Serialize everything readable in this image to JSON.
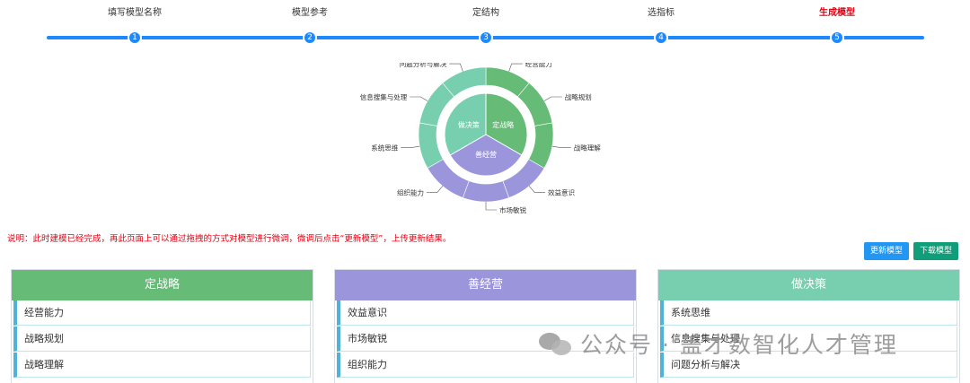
{
  "stepper": {
    "steps": [
      {
        "label": "填写模型名称",
        "number": "1"
      },
      {
        "label": "模型参考",
        "number": "2"
      },
      {
        "label": "定结构",
        "number": "3"
      },
      {
        "label": "选指标",
        "number": "4"
      },
      {
        "label": "生成模型",
        "number": "5"
      }
    ],
    "active_step": 5,
    "colors": {
      "line": "#1e88ff",
      "active_label": "#e60012"
    }
  },
  "chart_data": {
    "type": "pie",
    "inner_ring": [
      {
        "label": "定战略",
        "value": 1,
        "color": "#66bb77"
      },
      {
        "label": "善经营",
        "value": 1,
        "color": "#9b96dc"
      },
      {
        "label": "做决策",
        "value": 1,
        "color": "#78cfb0"
      }
    ],
    "outer_ring": [
      {
        "label": "经营能力",
        "value": 1,
        "group": "定战略"
      },
      {
        "label": "战略规划",
        "value": 1,
        "group": "定战略"
      },
      {
        "label": "战略理解",
        "value": 1,
        "group": "定战略"
      },
      {
        "label": "效益意识",
        "value": 1,
        "group": "善经营"
      },
      {
        "label": "市场敏锐",
        "value": 1,
        "group": "善经营"
      },
      {
        "label": "组织能力",
        "value": 1,
        "group": "善经营"
      },
      {
        "label": "系统思维",
        "value": 1,
        "group": "做决策"
      },
      {
        "label": "信息搜集与处理",
        "value": 1,
        "group": "做决策"
      },
      {
        "label": "问题分析与解决",
        "value": 1,
        "group": "做决策"
      }
    ]
  },
  "notice": "说明：此时建模已经完成，再此页面上可以通过拖拽的方式对模型进行微调，微调后点击“更新模型”，上传更新结果。",
  "buttons": {
    "update": "更新模型",
    "download": "下载模型"
  },
  "columns": [
    {
      "title": "定战略",
      "color": "#66bb77",
      "items": [
        "经营能力",
        "战略规划",
        "战略理解"
      ]
    },
    {
      "title": "善经营",
      "color": "#9b96dc",
      "items": [
        "效益意识",
        "市场敏锐",
        "组织能力"
      ]
    },
    {
      "title": "做决策",
      "color": "#78cfb0",
      "items": [
        "系统思维",
        "信息搜集与处理",
        "问题分析与解决"
      ]
    }
  ],
  "watermark": {
    "text": "公众号 · 盖才数智化人才管理",
    "icon": "wechat-icon"
  }
}
